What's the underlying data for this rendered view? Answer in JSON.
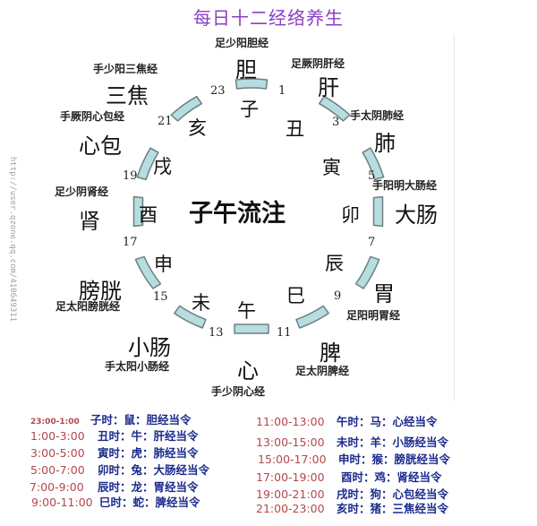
{
  "title": "每日十二经络养生",
  "center_label": "子午流注",
  "watermark": "http://user.qzone.qq.com/410649311",
  "colors": {
    "title": "#8a3fc6",
    "segment_fill": "#b6dde0",
    "segment_stroke": "#6f7f82",
    "time_text": "#b3474a",
    "desc_text": "#1a2a8c"
  },
  "hour_marks": [
    "23",
    "1",
    "3",
    "5",
    "7",
    "9",
    "11",
    "13",
    "15",
    "17",
    "19",
    "21"
  ],
  "branches": [
    "子",
    "丑",
    "寅",
    "卯",
    "辰",
    "巳",
    "午",
    "未",
    "申",
    "酉",
    "戌",
    "亥"
  ],
  "organs": [
    {
      "organ": "胆",
      "meridian": "足少阳胆经"
    },
    {
      "organ": "肝",
      "meridian": "足厥阴肝经"
    },
    {
      "organ": "肺",
      "meridian": "手太阴肺经"
    },
    {
      "organ": "大肠",
      "meridian": "手阳明大肠经"
    },
    {
      "organ": "胃",
      "meridian": "足阳明胃经"
    },
    {
      "organ": "脾",
      "meridian": "足太阴脾经"
    },
    {
      "organ": "心",
      "meridian": "手少阴心经"
    },
    {
      "organ": "小肠",
      "meridian": "手太阳小肠经"
    },
    {
      "organ": "膀胱",
      "meridian": "足太阳膀胱经"
    },
    {
      "organ": "肾",
      "meridian": "足少阴肾经"
    },
    {
      "organ": "心包",
      "meridian": "手厥阴心包经"
    },
    {
      "organ": "三焦",
      "meridian": "手少阳三焦经"
    }
  ],
  "schedule_left": [
    {
      "time": "23:00-1:00",
      "desc": "子时：鼠：胆经当令"
    },
    {
      "time": "1:00-3:00",
      "desc": "丑时：牛：肝经当令"
    },
    {
      "time": "3:00-5:00",
      "desc": "寅时：虎：肺经当令"
    },
    {
      "time": "5:00-7:00",
      "desc": "卯时：兔：大肠经当令"
    },
    {
      "time": "7:00-9:00",
      "desc": "辰时：龙：胃经当令"
    },
    {
      "time": "9:00-11:00",
      "desc": "巳时：蛇：脾经当令"
    }
  ],
  "schedule_right": [
    {
      "time": "11:00-13:00",
      "desc": "午时：马：心经当令"
    },
    {
      "time": "13:00-15:00",
      "desc": "未时：羊：小肠经当令"
    },
    {
      "time": "15:00-17:00",
      "desc": "申时：猴：膀胱经当令"
    },
    {
      "time": "17:00-19:00",
      "desc": "酉时：鸡：肾经当令"
    },
    {
      "time": "19:00-21:00",
      "desc": "戌时：狗：心包经当令"
    },
    {
      "time": "21:00-23:00",
      "desc": "亥时：猪：三焦经当令"
    }
  ]
}
